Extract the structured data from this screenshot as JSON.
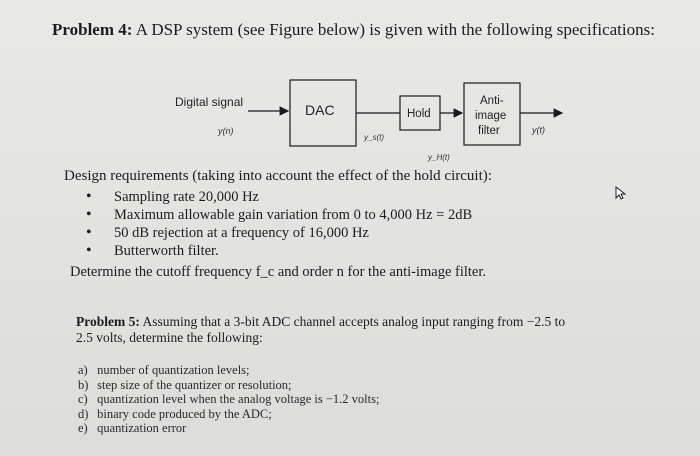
{
  "problem4": {
    "label": "Problem 4:",
    "text": " A DSP system (see Figure below) is given with the following specifications:"
  },
  "diagram": {
    "input_label": "Digital signal",
    "input_signal": "y(n)",
    "dac_label": "DAC",
    "dac_output": "y_s(t)",
    "hold_label": "Hold",
    "hold_output": "y_H(t)",
    "filter_line1": "Anti-",
    "filter_line2": "image",
    "filter_line3": "filter",
    "output_signal": "y(t)"
  },
  "design_title": "Design requirements (taking into account the effect of the hold circuit):",
  "requirements": [
    "Sampling rate 20,000 Hz",
    "Maximum allowable gain variation from 0 to 4,000 Hz = 2dB",
    "50 dB rejection at a frequency of 16,000 Hz",
    "Butterworth filter."
  ],
  "determine": "Determine the cutoff frequency f_c and order n for the anti-image filter.",
  "problem5": {
    "label": "Problem 5:",
    "line1": " Assuming that a 3-bit ADC channel accepts analog input ranging from −2.5 to",
    "line2": "2.5 volts, determine the following:"
  },
  "items": [
    {
      "letter": "a)",
      "text": "number of quantization levels;"
    },
    {
      "letter": "b)",
      "text": "step size of the quantizer or resolution;"
    },
    {
      "letter": "c)",
      "text": "quantization level when the analog voltage is −1.2 volts;"
    },
    {
      "letter": "d)",
      "text": "binary code produced by the ADC;"
    },
    {
      "letter": "e)",
      "text": "quantization error"
    }
  ]
}
